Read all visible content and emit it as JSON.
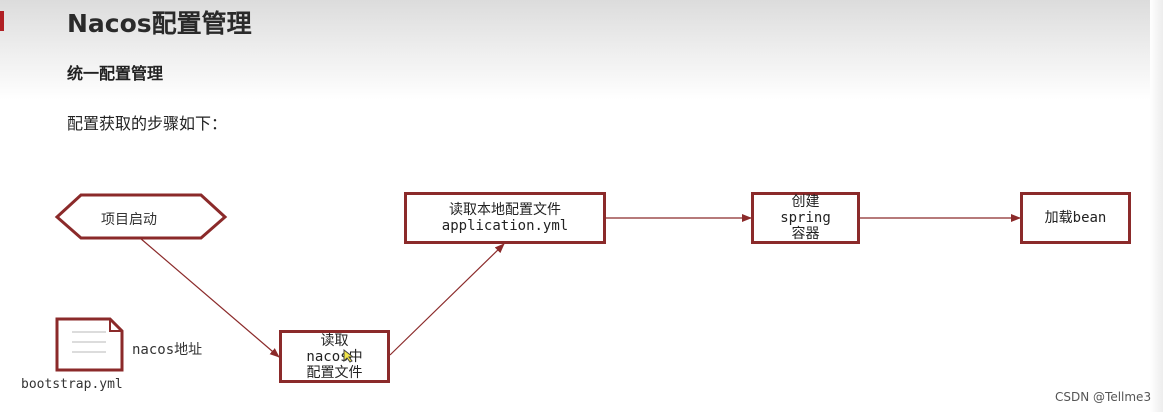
{
  "header": {
    "title": "Nacos配置管理",
    "subtitle": "统一配置管理"
  },
  "intro": "配置获取的步骤如下：",
  "diagram": {
    "start": {
      "label": "项目启动"
    },
    "read_nacos": {
      "line1": "读取",
      "line2": "nacos中",
      "line3": "配置文件"
    },
    "read_local": {
      "line1": "读取本地配置文件",
      "line2": "application.yml"
    },
    "create_container": {
      "line1": "创建",
      "line2": "spring",
      "line3": "容器"
    },
    "load_bean": {
      "label": "加载bean"
    },
    "bootstrap_file": {
      "filename": "bootstrap.yml",
      "note": "nacos地址"
    }
  },
  "colors": {
    "box_border": "#8b2a2a",
    "arrow": "#8b2a2a",
    "accent": "#b01f24"
  },
  "watermark": "CSDN @Tellme3"
}
